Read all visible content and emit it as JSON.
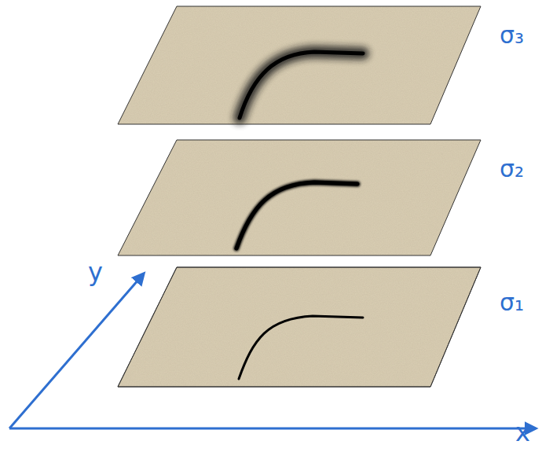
{
  "diagram": {
    "labels": [
      "σ₃",
      "σ₂",
      "σ₁",
      "y",
      "x"
    ]
  }
}
